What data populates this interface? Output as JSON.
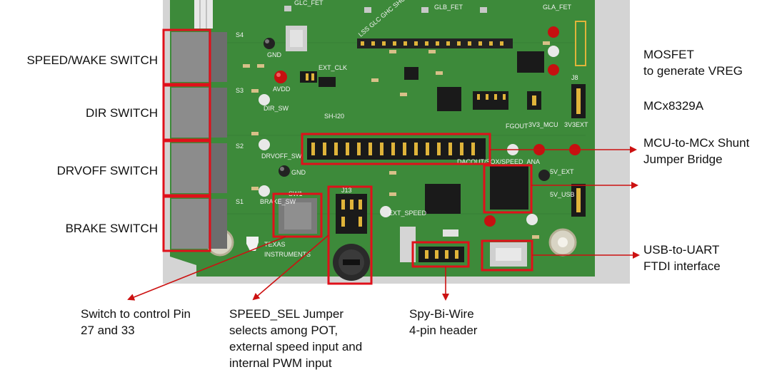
{
  "labels": {
    "speed_wake": "SPEED/WAKE SWITCH",
    "dir": "DIR SWITCH",
    "drvoff": "DRVOFF SWITCH",
    "brake": "BRAKE SWITCH",
    "mosfet_l1": "MOSFET",
    "mosfet_l2": "to generate VREG",
    "mcx": "MCx8329A",
    "shunt_l1": "MCU-to-MCx Shunt",
    "shunt_l2": "Jumper Bridge",
    "usb_l1": "USB-to-UART",
    "usb_l2": "FTDI interface",
    "switch_pin_l1": "Switch to control Pin",
    "switch_pin_l2": "27 and 33",
    "speed_sel_l1": "SPEED_SEL Jumper",
    "speed_sel_l2": "selects among POT,",
    "speed_sel_l3": "external speed input and",
    "speed_sel_l4": "internal PWM input",
    "sbw_l1": "Spy-Bi-Wire",
    "sbw_l2": "4-pin header"
  },
  "board": {
    "silk": {
      "header_pins": "LSS GLC GHC SHC BSTC GLB GHB SHB BSTB GLA GHA SHA BSTA GND",
      "glc_fet": "GLC_FET",
      "glb_fet": "GLB_FET",
      "gla_fet": "GLA_FET",
      "gnd1": "GND",
      "gnd2": "GND",
      "avdd": "AVDD",
      "ext_clk": "EXT_CLK",
      "dir_sw": "DIR_SW",
      "drvoff_sw": "DRVOFF_SW",
      "brake_sw": "BRAKE_SW",
      "ext_speed": "EXT_SPEED",
      "fgout": "FGOUT",
      "v3_mcu": "3V3_MCU",
      "v3_ext": "3V3EXT",
      "v5_ext": "5V_EXT",
      "v5_usb": "5V_USB",
      "dacout": "DACOUT/SOX/SPEED_ANA",
      "ti_line1": "TEXAS",
      "ti_line2": "INSTRUMENTS",
      "sh_i20": "SH-I20",
      "j13": "J13",
      "j8": "J8",
      "s1": "S1",
      "s2": "S2",
      "s3": "S3",
      "s4": "S4",
      "sw1": "SW1"
    }
  },
  "colors": {
    "pcb": "#3d8a3a",
    "highlight": "#e0101a",
    "arrow": "#cc1111",
    "background_panel": "#d4d4d4"
  }
}
